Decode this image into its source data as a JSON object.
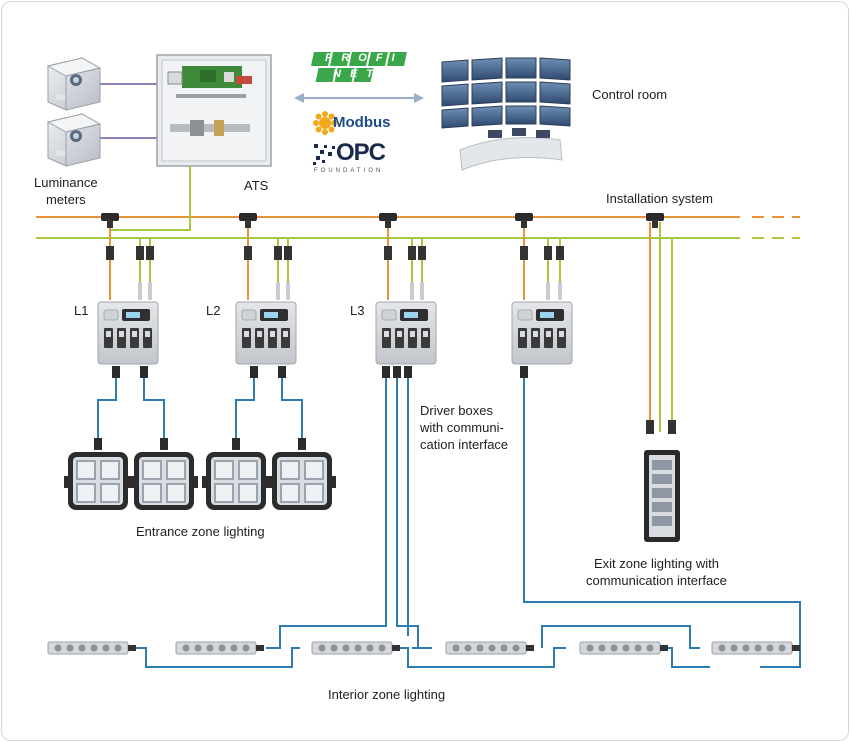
{
  "labels": {
    "luminance_meters": [
      "Luminance",
      "meters"
    ],
    "ats": "ATS",
    "control_room": "Control room",
    "installation_system": "Installation system",
    "l1": "L1",
    "l2": "L2",
    "l3": "L3",
    "driver_boxes": [
      "Driver boxes",
      "with communi-",
      "cation interface"
    ],
    "entrance_zone": "Entrance zone lighting",
    "exit_zone": [
      "Exit zone lighting with",
      "communication interface"
    ],
    "interior_zone": "Interior zone lighting"
  },
  "protocols": {
    "profinet": [
      "PROFI",
      "NET"
    ],
    "modbus": "Modbus",
    "opc": "OPC",
    "opc_sub": "FOUNDATION"
  },
  "colors": {
    "power_line": "#e8953a",
    "data_line": "#a6c83c",
    "luminaire_cable": "#2e7cb0",
    "meter_link": "#8e7fb8",
    "profinet_green": "#3aa84a",
    "modbus_orange": "#f0a81c",
    "modbus_blue": "#1e4a8a",
    "opc_dark": "#1b2a4a",
    "arrow": "#9ab0c8"
  },
  "icons": [
    "luminance-meter-icon",
    "ats-cabinet-icon",
    "control-room-icon",
    "driver-box-icon",
    "floodlight-icon",
    "exit-luminaire-icon",
    "linear-luminaire-icon",
    "t-connector-icon"
  ]
}
